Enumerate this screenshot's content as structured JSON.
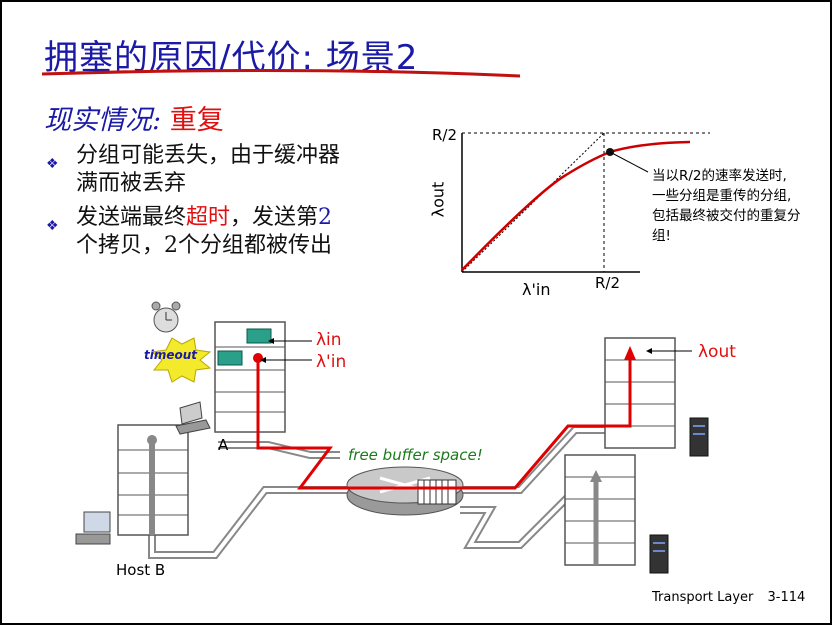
{
  "title": "拥塞的原因/代价: 场景2",
  "subtitle": {
    "prefix": "现实情况:",
    "highlight": "重复"
  },
  "bullets": [
    {
      "line1": "分组可能丢失，由于缓冲器",
      "line2": "满而被丢弃"
    },
    {
      "pre": "发送端最终",
      "red": "超时",
      "mid": "，发送第",
      "num": "2",
      "line2": "个拷贝，2个分组都被传出"
    }
  ],
  "graph": {
    "y_tick": "R/2",
    "x_tick": "R/2",
    "y_label": "λout",
    "x_label": "λ'in",
    "note": "当以R/2的速率发送时, 一些分组是重传的分组, 包括最终被交付的重复分组!"
  },
  "network": {
    "timeout": "timeout",
    "lambda_in": "λin",
    "lambda_in_prime": "λ'in",
    "lambda_out": "λout",
    "host_a": "A",
    "host_b": "Host B",
    "buffer_text": "free buffer space!"
  },
  "footer": {
    "course": "Transport Layer",
    "page": "3-114"
  },
  "colors": {
    "title": "#1a1aa6",
    "accent": "#e01010",
    "buffer_text": "#1a7a1a"
  }
}
